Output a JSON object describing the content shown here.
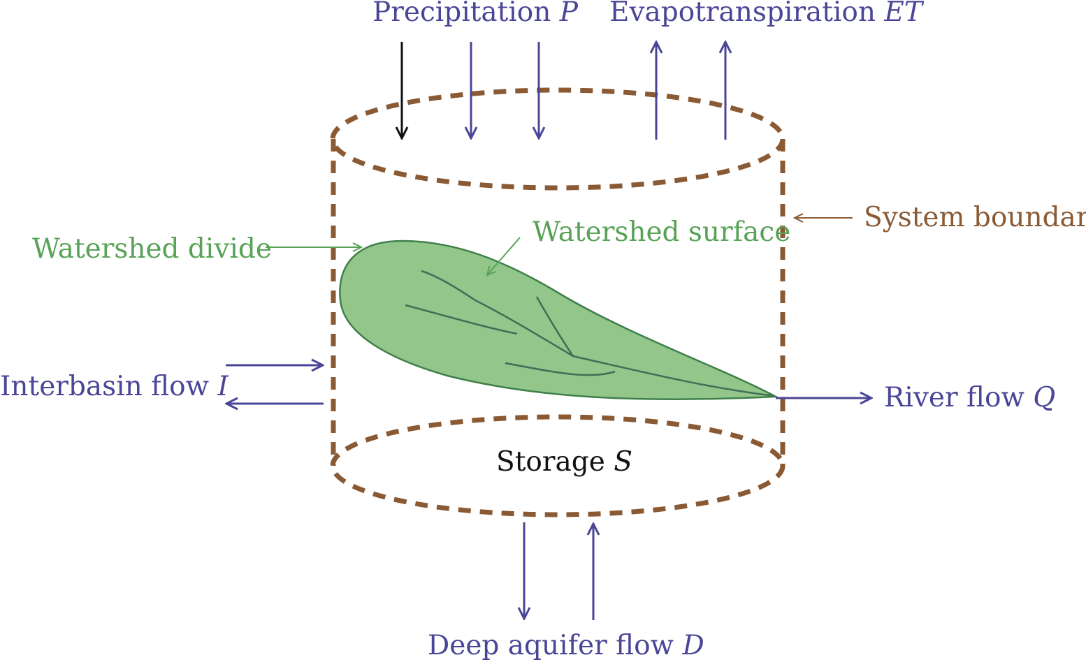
{
  "colors": {
    "flow": "#4a4596",
    "boundary": "#8a5a34",
    "watershed_text": "#57a255",
    "watershed_fill": "#93c68b",
    "watershed_stroke": "#3f7f4a",
    "black": "#111111"
  },
  "labels": {
    "precipitation": {
      "text": "Precipitation ",
      "symbol": "P"
    },
    "evapotranspiration": {
      "text": "Evapotranspiration ",
      "symbol": "ET"
    },
    "system_boundary": {
      "text": "System boundary"
    },
    "watershed_surface": {
      "text": "Watershed surface"
    },
    "watershed_divide": {
      "text": "Watershed divide"
    },
    "interbasin_flow": {
      "text": "Interbasin flow ",
      "symbol": "I"
    },
    "river_flow": {
      "text": "River flow ",
      "symbol": "Q"
    },
    "storage": {
      "text": "Storage ",
      "symbol": "S"
    },
    "deep_aquifer_flow": {
      "text": "Deep aquifer flow ",
      "symbol": "D"
    }
  }
}
